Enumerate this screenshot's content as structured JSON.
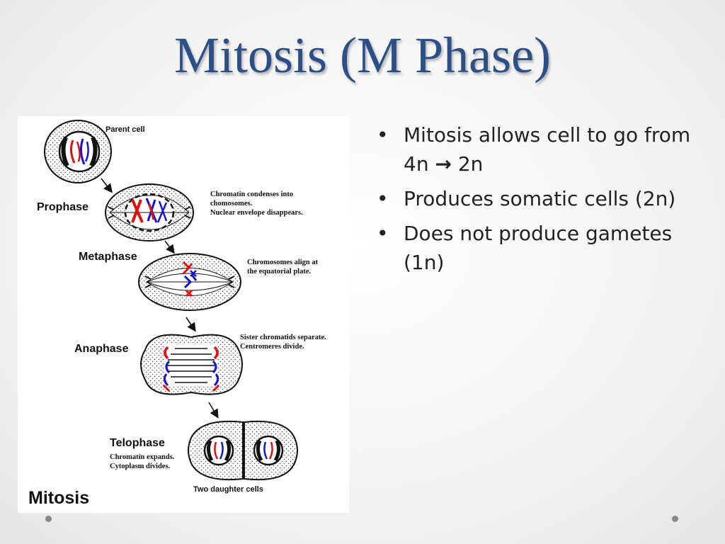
{
  "slide": {
    "title": "Mitosis (M Phase)",
    "title_color": "#2c4f88"
  },
  "diagram": {
    "parent_label": "Parent cell",
    "stages": {
      "prophase": "Prophase",
      "metaphase": "Metaphase",
      "anaphase": "Anaphase",
      "telophase": "Telophase"
    },
    "notes": {
      "prophase": [
        "Chromatin condenses into",
        "chomosomes.",
        "Nuclear envelope disappears."
      ],
      "metaphase": [
        "Chromosomes align at",
        "the equatorial plate."
      ],
      "anaphase": [
        "Sister chromatids separate.",
        "Centromeres divide."
      ],
      "telophase": [
        "Chromatin expands.",
        "Cytoplasm divides."
      ]
    },
    "daughter_label": "Two daughter cells",
    "caption": "Mitosis",
    "colors": {
      "red": "#e01010",
      "blue": "#1515d0"
    }
  },
  "bullets": [
    {
      "text": "Mitosis allows cell to go from 4n ",
      "arrow": "→",
      "after": " 2n"
    },
    {
      "text": "Produces somatic cells (2n)",
      "arrow": "",
      "after": ""
    },
    {
      "text": "Does not produce gametes (1n)",
      "arrow": "",
      "after": ""
    }
  ],
  "bullet_glyph": "•"
}
